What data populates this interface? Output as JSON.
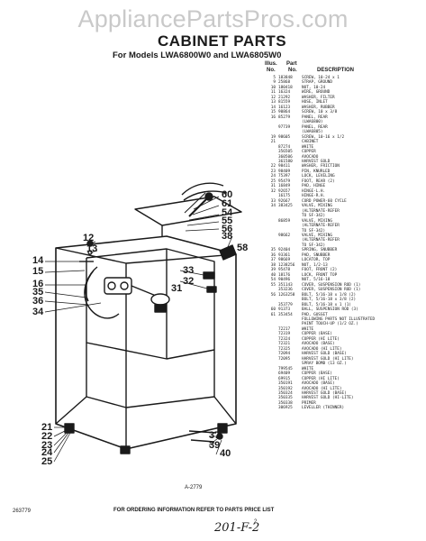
{
  "watermark": "AppliancePartsPros.com",
  "title": "CABINET PARTS",
  "subtitle": "For Models LWA6800W0 and LWA6805W0",
  "columns": {
    "illus": "Illus.",
    "no_label": "No.",
    "part_label": "Part",
    "part_no_label": "No.",
    "description": "DESCRIPTION"
  },
  "parts": [
    {
      "no": "5",
      "part": "183848",
      "desc": "SCREW, 10-24 x 1"
    },
    {
      "no": "9",
      "part": "25868",
      "desc": "STRAP, GROUND"
    },
    {
      "no": "10",
      "part": "180418",
      "desc": "NUT, 10-24"
    },
    {
      "no": "11",
      "part": "16324",
      "desc": "WIRE, GROUND"
    },
    {
      "no": "12",
      "part": "21292",
      "desc": "WASHER, FILTER"
    },
    {
      "no": "13",
      "part": "81559",
      "desc": "HOSE, INLET"
    },
    {
      "no": "14",
      "part": "16123",
      "desc": "WASHER, RUBBER"
    },
    {
      "no": "15",
      "part": "90864",
      "desc": "SCREW, 10 x 3/8"
    },
    {
      "no": "16",
      "part": "85279",
      "desc": "PANEL, REAR"
    },
    {
      "no": "",
      "part": "",
      "desc": "(LWA6800)"
    },
    {
      "no": "",
      "part": "97739",
      "desc": "PANEL, REAR"
    },
    {
      "no": "",
      "part": "",
      "desc": "(LWA6805)"
    },
    {
      "no": "19",
      "part": "98605",
      "desc": "SCREW, 10-16 x 1/2"
    },
    {
      "no": "21",
      "part": "",
      "desc": "CABINET"
    },
    {
      "no": "",
      "part": "87274",
      "desc": "WHITE"
    },
    {
      "no": "",
      "part": "356505",
      "desc": "COPPER"
    },
    {
      "no": "",
      "part": "360506",
      "desc": "AVOCADO"
    },
    {
      "no": "",
      "part": "361580",
      "desc": "HARVEST GOLD"
    },
    {
      "no": "22",
      "part": "98411",
      "desc": "WASHER, FRICTION"
    },
    {
      "no": "23",
      "part": "98409",
      "desc": "PIN, KNURLED"
    },
    {
      "no": "24",
      "part": "75397",
      "desc": "LOCK, LEVELING"
    },
    {
      "no": "25",
      "part": "95479",
      "desc": "FOOT, REAR (2)"
    },
    {
      "no": "31",
      "part": "16849",
      "desc": "PAD, HINGE"
    },
    {
      "no": "32",
      "part": "92657",
      "desc": "HINGE-L.H."
    },
    {
      "no": "",
      "part": "16175",
      "desc": "HINGE-R.H."
    },
    {
      "no": "33",
      "part": "92667",
      "desc": "CORD POWER-60 CYCLE"
    },
    {
      "no": "34",
      "part": "383425",
      "desc": "VALVE, MIXING"
    },
    {
      "no": "",
      "part": "",
      "desc": "(ALTERNATE-REFER"
    },
    {
      "no": "",
      "part": "",
      "desc": "TO SF-342)"
    },
    {
      "no": "",
      "part": "86859",
      "desc": "VALVE, MIXING"
    },
    {
      "no": "",
      "part": "",
      "desc": "(ALTERNATE-REFER"
    },
    {
      "no": "",
      "part": "",
      "desc": "TO SF-342)"
    },
    {
      "no": "",
      "part": "98662",
      "desc": "VALVE, MIXING"
    },
    {
      "no": "",
      "part": "",
      "desc": "(ALTERNATE-REFER"
    },
    {
      "no": "",
      "part": "",
      "desc": "TO SF-342)"
    },
    {
      "no": "35",
      "part": "92404",
      "desc": "SPRING, SNUBBER"
    },
    {
      "no": "36",
      "part": "93361",
      "desc": "PAD, SNUBBER"
    },
    {
      "no": "37",
      "part": "98669",
      "desc": "LOCATOR, TOP"
    },
    {
      "no": "38",
      "part": "1238256",
      "desc": "NUT, 1/2-13"
    },
    {
      "no": "39",
      "part": "95478",
      "desc": "FOOT, FRONT (2)"
    },
    {
      "no": "40",
      "part": "18176",
      "desc": "LOCK, FRONT TOP"
    },
    {
      "no": "54",
      "part": "90496",
      "desc": "NUT, 5/16-18"
    },
    {
      "no": "55",
      "part": "351143",
      "desc": "COVER, SUSPENSION ROD (1)"
    },
    {
      "no": "",
      "part": "353236",
      "desc": "COVER, SUSPENSION ROD (1)"
    },
    {
      "no": "56",
      "part": "1263258",
      "desc": "BOLT, 5/16-18 x 1/8 (2)"
    },
    {
      "no": "",
      "part": "",
      "desc": "BOLT, 5/16-18 x 3/8 (2)"
    },
    {
      "no": "",
      "part": "353779",
      "desc": "BOLT, 5/16-18 x 1 (1)"
    },
    {
      "no": "60",
      "part": "91373",
      "desc": "BALL, SUSPENSION ROD (3)"
    },
    {
      "no": "61",
      "part": "353454",
      "desc": "PAD, GUSSET"
    },
    {
      "no": "",
      "part": "",
      "desc": ""
    },
    {
      "no": "",
      "part": "",
      "desc": "FOLLOWING PARTS NOT ILLUSTRATED"
    },
    {
      "no": "",
      "part": "",
      "desc": "PAINT TOUCH-UP (1/2 OZ.)"
    },
    {
      "no": "",
      "part": "72217",
      "desc": "WHITE"
    },
    {
      "no": "",
      "part": "72319",
      "desc": "COPPER (BASE)"
    },
    {
      "no": "",
      "part": "72324",
      "desc": "COPPER (HI LITE)"
    },
    {
      "no": "",
      "part": "72321",
      "desc": "AVOCADO (BASE)"
    },
    {
      "no": "",
      "part": "72325",
      "desc": "AVOCADO (HI LITE)"
    },
    {
      "no": "",
      "part": "72094",
      "desc": "HARVEST GOLD (BASE)"
    },
    {
      "no": "",
      "part": "72095",
      "desc": "HARVEST GOLD (HI LITE)"
    },
    {
      "no": "",
      "part": "",
      "desc": "SPRAY BOMB (13 OZ.)"
    },
    {
      "no": "",
      "part": "799545",
      "desc": "WHITE"
    },
    {
      "no": "",
      "part": "69409",
      "desc": "COPPER (BASE)"
    },
    {
      "no": "",
      "part": "69915",
      "desc": "COPPER (HI LITE)"
    },
    {
      "no": "",
      "part": "350191",
      "desc": "AVOCADO (BASE)"
    },
    {
      "no": "",
      "part": "350192",
      "desc": "AVOCADO (HI LITE)"
    },
    {
      "no": "",
      "part": "350324",
      "desc": "HARVEST GOLD (BASE)"
    },
    {
      "no": "",
      "part": "350335",
      "desc": "HARVEST GOLD (HI-LITE)"
    },
    {
      "no": "",
      "part": "350338",
      "desc": "PRIMER"
    },
    {
      "no": "",
      "part": "306925",
      "desc": "LEVELLER (THINNER)"
    }
  ],
  "callouts": {
    "c60": "60",
    "c61": "61",
    "c54": "54",
    "c55": "55",
    "c56": "56",
    "c12": "12",
    "c13": "13",
    "c14": "14",
    "c15": "15",
    "c16": "16",
    "c35": "35",
    "c36": "36",
    "c34": "34",
    "c33": "33",
    "c38": "38",
    "c58": "58",
    "c32": "32",
    "c31": "31",
    "c21": "21",
    "c22": "22",
    "c23": "23",
    "c24": "24",
    "c25": "25",
    "c37": "37",
    "c39": "39",
    "c40": "40"
  },
  "figure_code": "A-2779",
  "footer_note": "FOR ORDERING INFORMATION REFER TO PARTS PRICE LIST",
  "left_code": "263779",
  "page_id": "201-F-2",
  "page_num": "2"
}
